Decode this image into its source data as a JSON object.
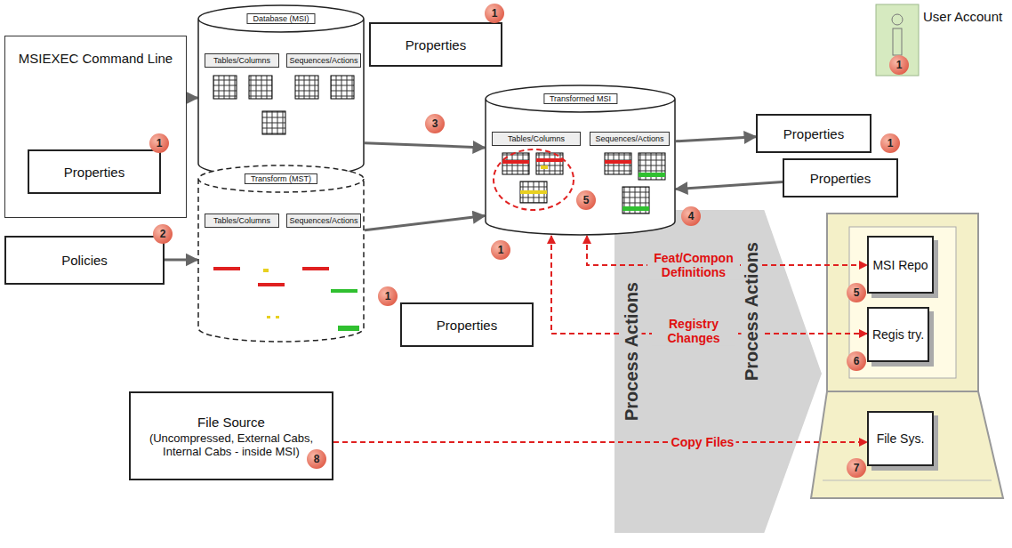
{
  "diagram": {
    "nodes": [
      {
        "text": [
          "MSIEXEC Command Line"
        ]
      },
      {
        "text": [
          "Properties"
        ],
        "in": 0
      },
      {
        "text": [
          "Policies"
        ]
      },
      {
        "text": [
          "Database (MSI)"
        ]
      },
      {
        "text": [
          "Tables/Columns"
        ],
        "in": 3
      },
      {
        "text": [
          "Sequences/Actions"
        ],
        "in": 3
      },
      {
        "text": [
          "Properties"
        ]
      },
      {
        "text": [
          "Transform (MST)"
        ]
      },
      {
        "text": [
          "Tables/Columns"
        ],
        "in": 7
      },
      {
        "text": [
          "Sequences/Actions"
        ],
        "in": 7
      },
      {
        "text": [
          "Properties"
        ]
      },
      {
        "text": [
          "Transformed MSI"
        ]
      },
      {
        "text": [
          "Tables/Columns"
        ],
        "in": 11
      },
      {
        "text": [
          "Sequences/Actions"
        ],
        "in": 11
      },
      {
        "text": [
          "Properties"
        ]
      },
      {
        "text": [
          "Properties"
        ]
      },
      {
        "text": [
          "User Account"
        ]
      },
      {
        "text": [
          "MSI Repo"
        ]
      },
      {
        "text": [
          "Regis try."
        ]
      },
      {
        "text": [
          "File Source",
          "(Uncompressed, External Cabs, Internal Cabs - inside MSI)"
        ]
      },
      {
        "text": [
          "File Sys."
        ]
      }
    ],
    "edges": [
      {
        "from": 0,
        "to": 3,
        "arrow": "to"
      },
      {
        "from": 2,
        "to": 7,
        "arrow": "to"
      },
      {
        "from": 3,
        "to": 11,
        "arrow": "to"
      },
      {
        "from": 7,
        "to": 11,
        "arrow": "to"
      },
      {
        "from": 11,
        "to": 14,
        "arrow": "to"
      },
      {
        "from": 15,
        "to": 11,
        "arrow": "to"
      },
      {
        "from": 11,
        "to": 17,
        "label": "Feat/Compon Definitions",
        "arrow": "both"
      },
      {
        "from": 11,
        "to": 18,
        "label": "Registry Changes",
        "arrow": "both"
      },
      {
        "from": 19,
        "to": 20,
        "label": "Copy Files",
        "arrow": "to"
      }
    ],
    "labels": [
      "1",
      "1",
      "1",
      "3",
      "2",
      "4",
      "1",
      "5",
      "1",
      "5",
      "6",
      "1",
      "8",
      "7",
      "Process Actions",
      "Process Actions"
    ]
  }
}
